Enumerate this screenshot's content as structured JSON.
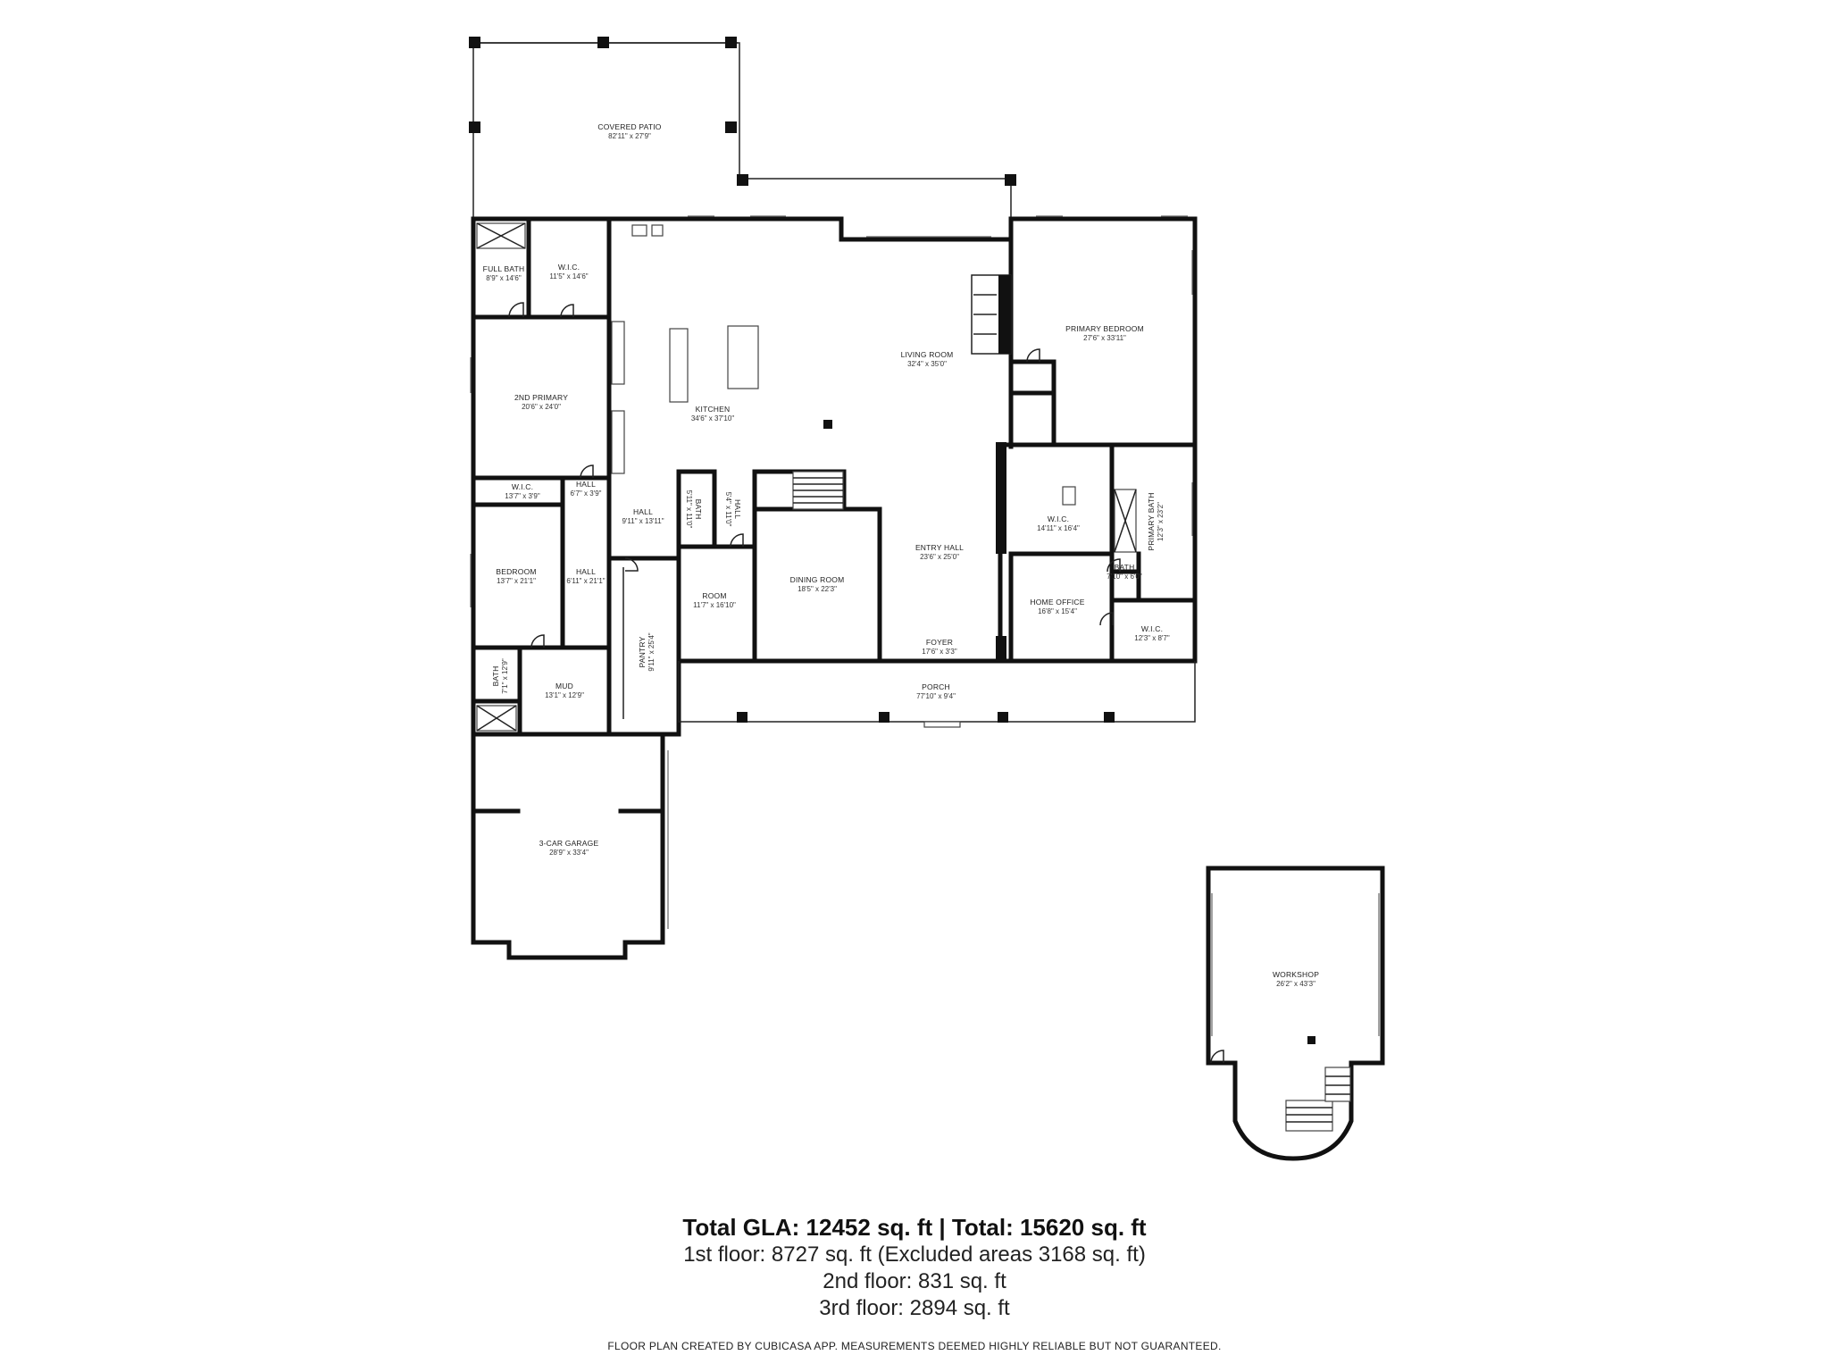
{
  "rooms": [
    {
      "id": "covered-patio",
      "name": "COVERED PATIO",
      "dim": "82'11\" x 27'9\""
    },
    {
      "id": "full-bath",
      "name": "FULL BATH",
      "dim": "8'9\" x 14'6\""
    },
    {
      "id": "wic-top",
      "name": "W.I.C.",
      "dim": "11'5\" x 14'6\""
    },
    {
      "id": "second-primary",
      "name": "2ND PRIMARY",
      "dim": "20'6\" x 24'0\""
    },
    {
      "id": "kitchen",
      "name": "KITCHEN",
      "dim": "34'6\" x 37'10\""
    },
    {
      "id": "living-room",
      "name": "LIVING ROOM",
      "dim": "32'4\" x 35'0\""
    },
    {
      "id": "primary-bedroom",
      "name": "PRIMARY BEDROOM",
      "dim": "27'6\" x 33'11\""
    },
    {
      "id": "wic-small",
      "name": "W.I.C.",
      "dim": "13'7\" x 3'9\""
    },
    {
      "id": "hall-small",
      "name": "HALL",
      "dim": "6'7\" x 3'9\""
    },
    {
      "id": "hall-main",
      "name": "HALL",
      "dim": "9'11\" x 13'11\""
    },
    {
      "id": "bath-mid",
      "name": "BATH",
      "dim": "5'11\" x 11'0\""
    },
    {
      "id": "hall-narrow",
      "name": "HALL",
      "dim": "5'4\" x 11'0\""
    },
    {
      "id": "wic-primary",
      "name": "W.I.C.",
      "dim": "14'11\" x 16'4\""
    },
    {
      "id": "primary-bath",
      "name": "PRIMARY BATH",
      "dim": "12'3\" x 23'2\""
    },
    {
      "id": "entry-hall",
      "name": "ENTRY HALL",
      "dim": "23'6\" x 25'0\""
    },
    {
      "id": "bedroom",
      "name": "BEDROOM",
      "dim": "13'7\" x 21'1\""
    },
    {
      "id": "hall-bed",
      "name": "HALL",
      "dim": "6'11\" x 21'1\""
    },
    {
      "id": "room",
      "name": "ROOM",
      "dim": "11'7\" x 16'10\""
    },
    {
      "id": "dining-room",
      "name": "DINING ROOM",
      "dim": "18'5\" x 22'3\""
    },
    {
      "id": "bath-right",
      "name": "BATH",
      "dim": "7'10\" x 6'0\""
    },
    {
      "id": "home-office",
      "name": "HOME OFFICE",
      "dim": "16'8\" x 15'4\""
    },
    {
      "id": "wic-right",
      "name": "W.I.C.",
      "dim": "12'3\" x 8'7\""
    },
    {
      "id": "pantry",
      "name": "PANTRY",
      "dim": "9'11\" x 25'4\""
    },
    {
      "id": "foyer",
      "name": "FOYER",
      "dim": "17'6\" x 3'3\""
    },
    {
      "id": "bath-mud",
      "name": "BATH",
      "dim": "7'1\" x 12'9\""
    },
    {
      "id": "mud",
      "name": "MUD",
      "dim": "13'1\" x 12'9\""
    },
    {
      "id": "porch",
      "name": "PORCH",
      "dim": "77'10\" x 9'4\""
    },
    {
      "id": "garage",
      "name": "3-CAR GARAGE",
      "dim": "28'9\" x 33'4\""
    },
    {
      "id": "workshop",
      "name": "WORKSHOP",
      "dim": "26'2\" x 43'3\""
    }
  ],
  "summary": {
    "total": "Total GLA: 12452 sq. ft | Total: 15620 sq. ft",
    "first_floor": "1st floor: 8727 sq. ft (Excluded areas 3168 sq. ft)",
    "second_floor": "2nd floor: 831 sq. ft",
    "third_floor": "3rd floor: 2894 sq. ft"
  },
  "footnote": "FLOOR PLAN CREATED BY CUBICASA APP. MEASUREMENTS DEEMED HIGHLY RELIABLE BUT NOT GUARANTEED."
}
